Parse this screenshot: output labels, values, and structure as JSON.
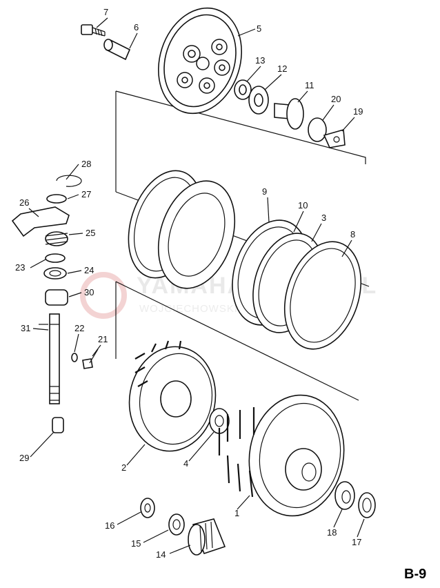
{
  "diagram": {
    "page_code": "B-9",
    "watermark": {
      "line1": "YAMAHA-SKLEP.PL",
      "line2": "WOJCIECHOWSKI - DEALER YAMAHA"
    },
    "callouts": [
      "1",
      "2",
      "3",
      "4",
      "5",
      "6",
      "7",
      "8",
      "9",
      "10",
      "11",
      "12",
      "13",
      "14",
      "15",
      "16",
      "17",
      "18",
      "19",
      "20",
      "21",
      "22",
      "23",
      "24",
      "25",
      "26",
      "27",
      "28",
      "29",
      "30",
      "31"
    ]
  }
}
